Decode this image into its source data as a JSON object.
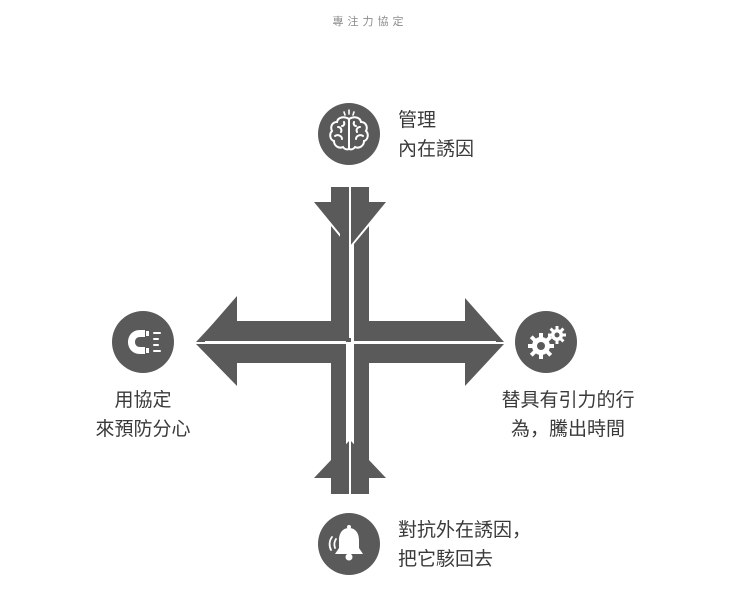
{
  "title": "專注力協定",
  "colors": {
    "dark": "#5a5a5a",
    "text": "#3a3a3a",
    "title": "#8c8c8c",
    "background": "#ffffff"
  },
  "nodes": {
    "top": {
      "icon": "brain-icon",
      "lines": [
        "管理",
        "內在誘因"
      ]
    },
    "right": {
      "icon": "gears-icon",
      "lines": [
        "替具有引力的行",
        "為，騰出時間"
      ]
    },
    "bottom": {
      "icon": "bell-icon",
      "lines": [
        "對抗外在誘因，",
        "把它駭回去"
      ]
    },
    "left": {
      "icon": "magnet-icon",
      "lines": [
        "用協定",
        "來預防分心"
      ]
    }
  }
}
